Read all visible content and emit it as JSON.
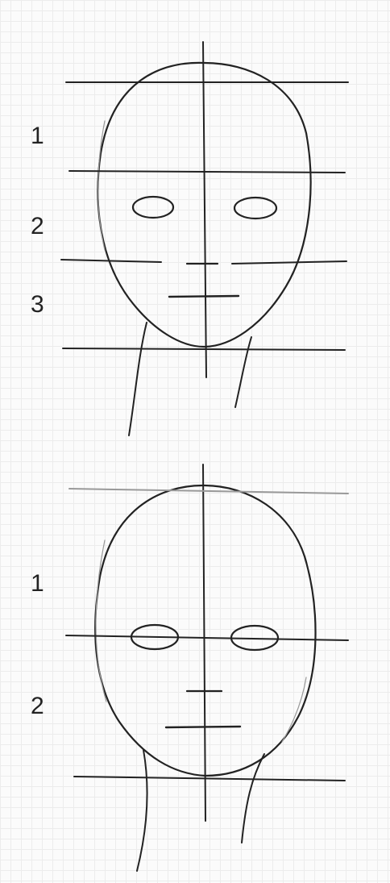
{
  "top_sketch": {
    "labels": [
      "1",
      "2",
      "3"
    ]
  },
  "bottom_sketch": {
    "labels": [
      "1",
      "2"
    ]
  }
}
